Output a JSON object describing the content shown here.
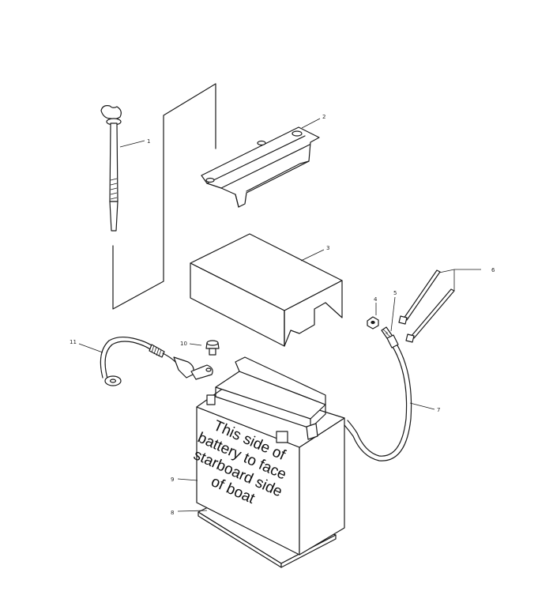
{
  "callouts": {
    "p1": "1",
    "p2": "2",
    "p3": "3",
    "p4": "4",
    "p5": "5",
    "p6": "6",
    "p7": "7",
    "p8": "8",
    "p9": "9",
    "p10": "10",
    "p11": "11"
  },
  "battery_label": {
    "line1": "This side of",
    "line2": "battery to face",
    "line3": "starboard side",
    "line4": "of boat"
  }
}
